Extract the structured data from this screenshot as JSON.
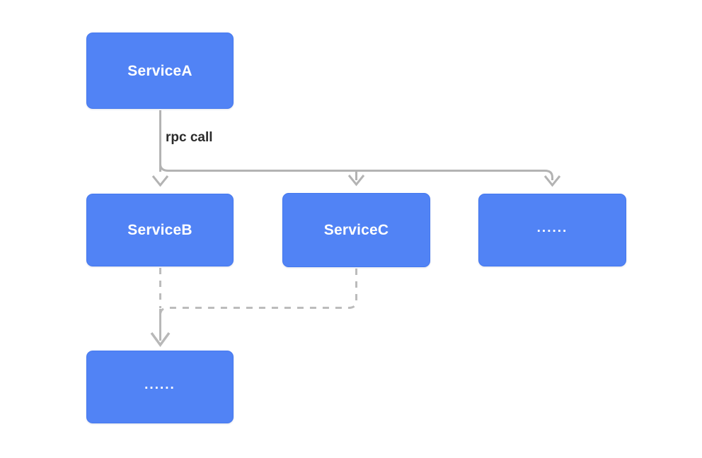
{
  "diagram": {
    "title": "rpc call service fanout diagram",
    "background_color": "#ffffff",
    "node_fill": "#5183f5",
    "node_border": "#4478ef",
    "node_text_color": "#ffffff",
    "edge_color": "#b3b3b3",
    "dashed_edge_color": "#b9b9b9",
    "label_color": "#2b2b2b",
    "nodes": [
      {
        "id": "a",
        "label": "ServiceA"
      },
      {
        "id": "b",
        "label": "ServiceB"
      },
      {
        "id": "c",
        "label": "ServiceC"
      },
      {
        "id": "d",
        "label": "......"
      },
      {
        "id": "e",
        "label": "......"
      }
    ],
    "edges": [
      {
        "id": "rpc",
        "label": "rpc call",
        "from": "a",
        "to": [
          "b",
          "c",
          "d"
        ],
        "style": "solid"
      },
      {
        "id": "downstream-b",
        "label": "",
        "from": "b",
        "to": [
          "e"
        ],
        "style": "dashed"
      },
      {
        "id": "downstream-c",
        "label": "",
        "from": "c",
        "to": [
          "e"
        ],
        "style": "dashed"
      }
    ]
  }
}
